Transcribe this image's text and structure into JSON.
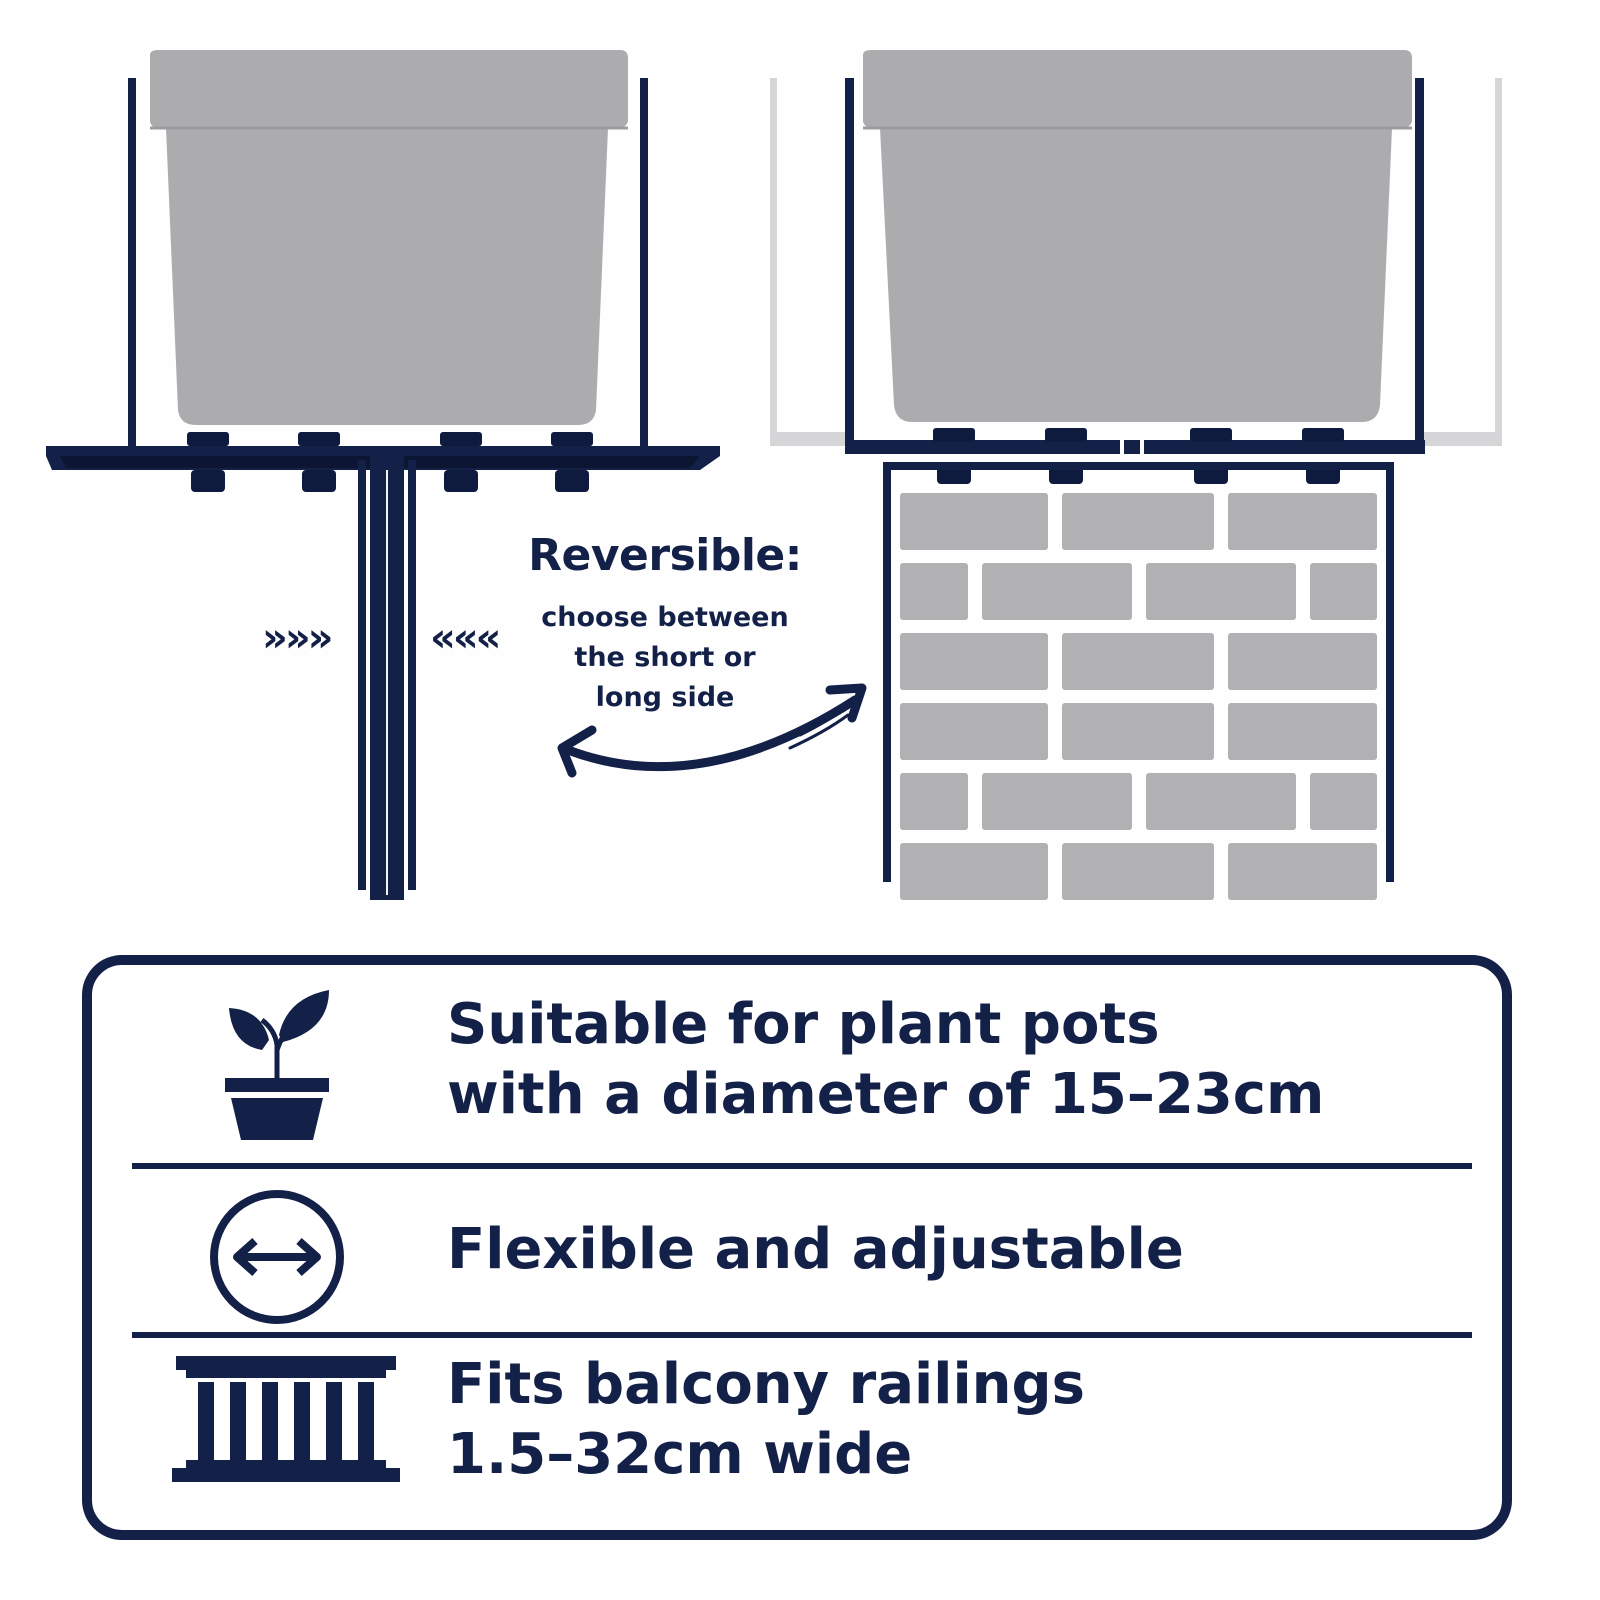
{
  "reversible": {
    "title": "Reversible:",
    "subtitle_lines": [
      "choose between",
      "the short or",
      "long side"
    ],
    "arrows_in_left": "»»»",
    "arrows_in_right": "«««"
  },
  "features": [
    {
      "icon": "plant-pot-icon",
      "lines": [
        "Suitable for plant pots",
        "with a diameter of 15–23cm"
      ]
    },
    {
      "icon": "double-arrow-circle-icon",
      "lines": [
        "Flexible and adjustable"
      ]
    },
    {
      "icon": "balcony-railing-icon",
      "lines": [
        "Fits balcony railings",
        "1.5–32cm wide"
      ]
    }
  ],
  "colors": {
    "navy": "#132048",
    "pot_gray": "#acacae",
    "brick_gray": "#b1b1b3",
    "ghost_gray": "#d6d6d8"
  }
}
